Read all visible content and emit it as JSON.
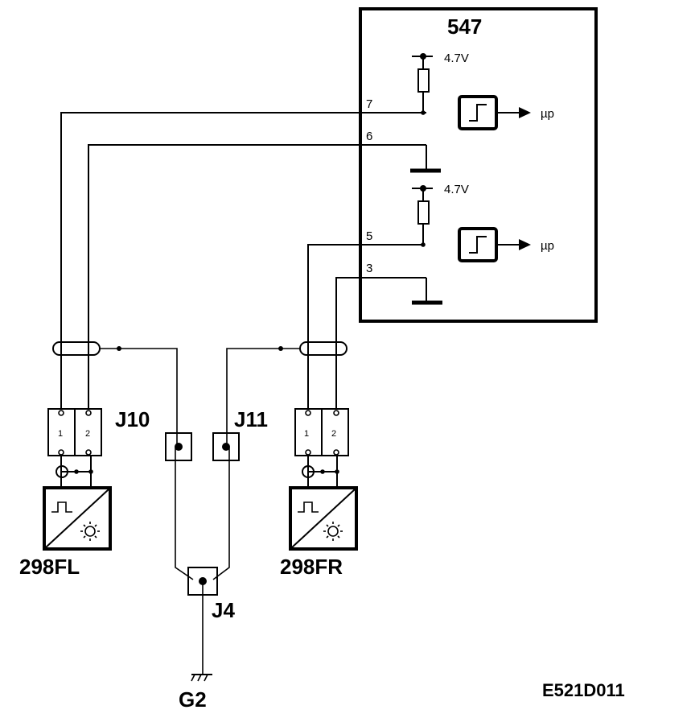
{
  "ecu": {
    "label": "547"
  },
  "ecu_pins": {
    "p7": "7",
    "p6": "6",
    "p5": "5",
    "p3": "3"
  },
  "supply": {
    "upper": "4.7V",
    "lower": "4.7V"
  },
  "outputs": {
    "upper": "µp",
    "lower": "µp"
  },
  "connectors": {
    "j10": "J10",
    "j11": "J11",
    "j4": "J4"
  },
  "connector_pins": {
    "left_1": "1",
    "left_2": "2",
    "right_1": "1",
    "right_2": "2"
  },
  "sensors": {
    "left": "298FL",
    "right": "298FR"
  },
  "ground": {
    "label": "G2"
  },
  "drawing_code": "E521D011"
}
